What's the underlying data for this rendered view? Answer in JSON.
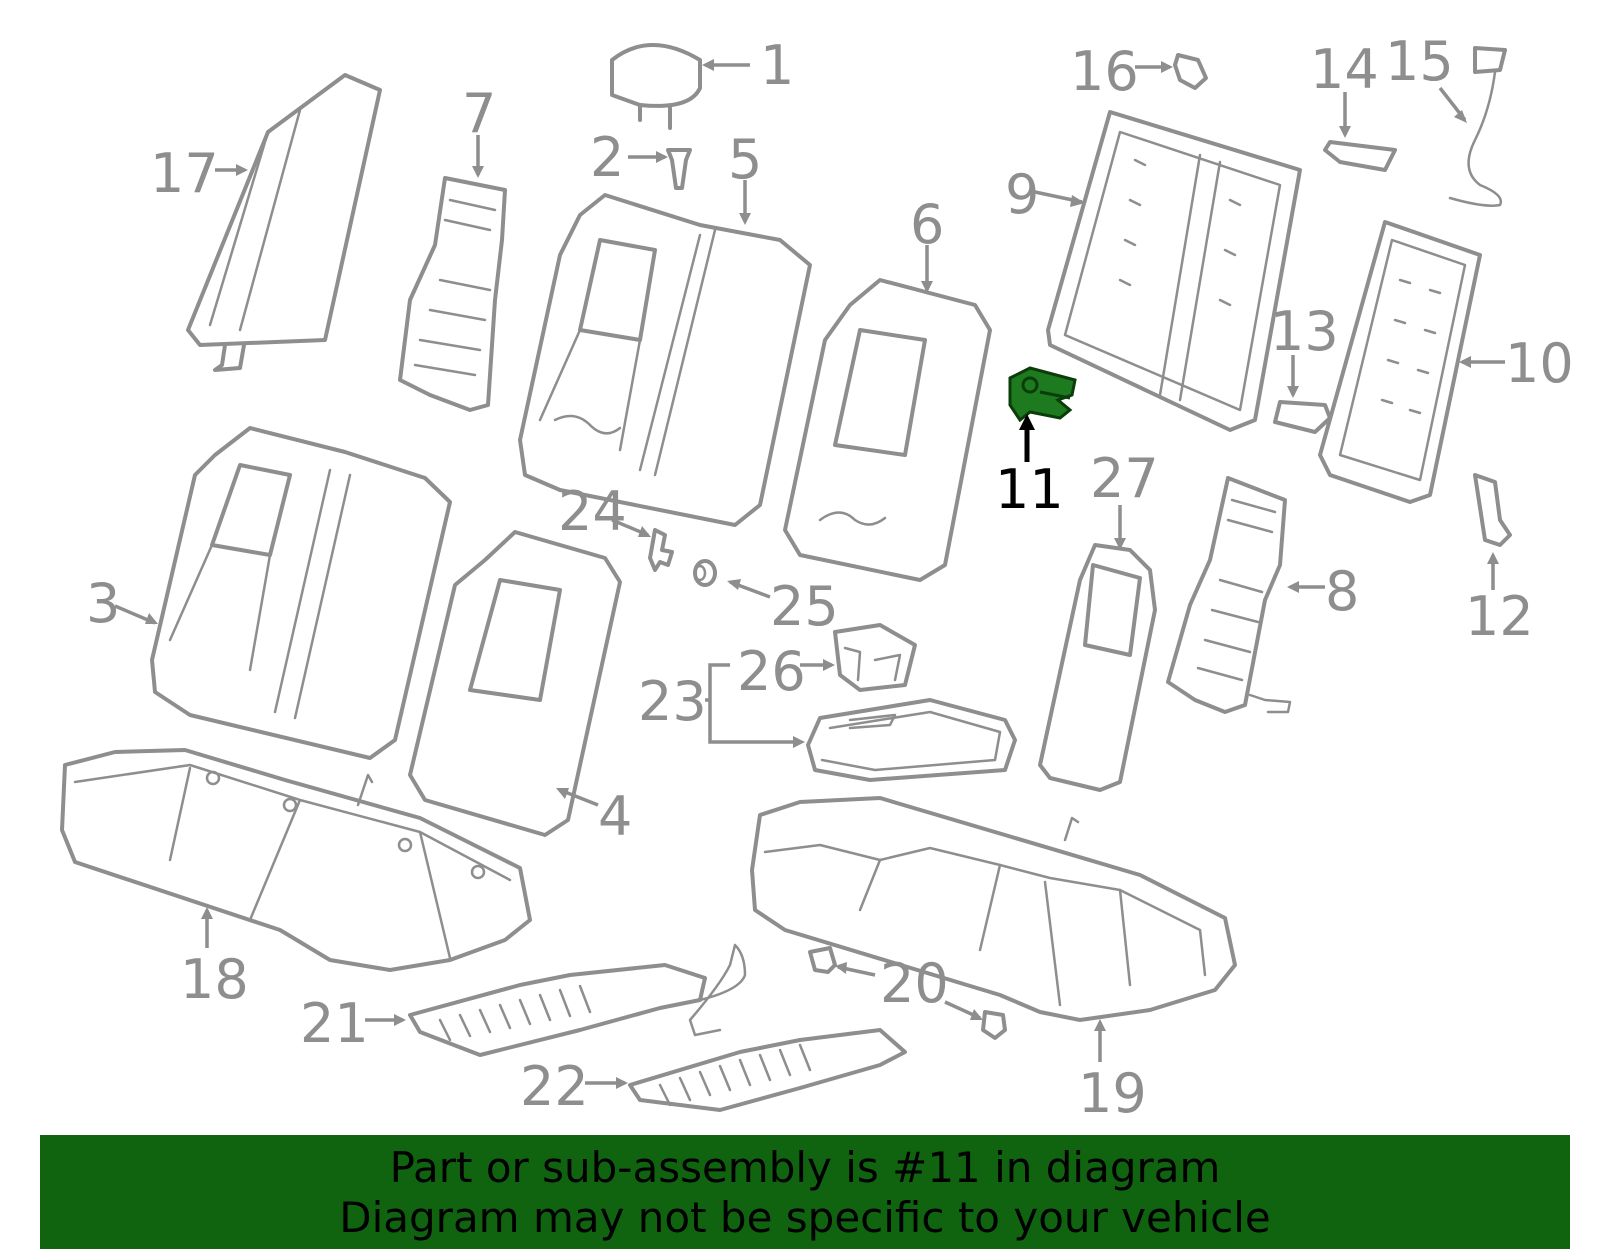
{
  "diagram": {
    "labels": [
      {
        "id": "1",
        "text": "1"
      },
      {
        "id": "2",
        "text": "2"
      },
      {
        "id": "3",
        "text": "3"
      },
      {
        "id": "4",
        "text": "4"
      },
      {
        "id": "5",
        "text": "5"
      },
      {
        "id": "6",
        "text": "6"
      },
      {
        "id": "7",
        "text": "7"
      },
      {
        "id": "8",
        "text": "8"
      },
      {
        "id": "9",
        "text": "9"
      },
      {
        "id": "10",
        "text": "10"
      },
      {
        "id": "11",
        "text": "11"
      },
      {
        "id": "12",
        "text": "12"
      },
      {
        "id": "13",
        "text": "13"
      },
      {
        "id": "14",
        "text": "14"
      },
      {
        "id": "15",
        "text": "15"
      },
      {
        "id": "16",
        "text": "16"
      },
      {
        "id": "17",
        "text": "17"
      },
      {
        "id": "18",
        "text": "18"
      },
      {
        "id": "19",
        "text": "19"
      },
      {
        "id": "20",
        "text": "20"
      },
      {
        "id": "21",
        "text": "21"
      },
      {
        "id": "22",
        "text": "22"
      },
      {
        "id": "23",
        "text": "23"
      },
      {
        "id": "24",
        "text": "24"
      },
      {
        "id": "25",
        "text": "25"
      },
      {
        "id": "26",
        "text": "26"
      },
      {
        "id": "27",
        "text": "27"
      }
    ],
    "highlighted_part": "11",
    "colors": {
      "line": "#8e8e8e",
      "highlight_fill": "#1e7a1e",
      "highlight_label": "#000000",
      "banner_bg": "#106410"
    }
  },
  "banner": {
    "line1": "Part or sub-assembly is #11 in diagram",
    "line2": "Diagram may not be specific to your vehicle"
  }
}
